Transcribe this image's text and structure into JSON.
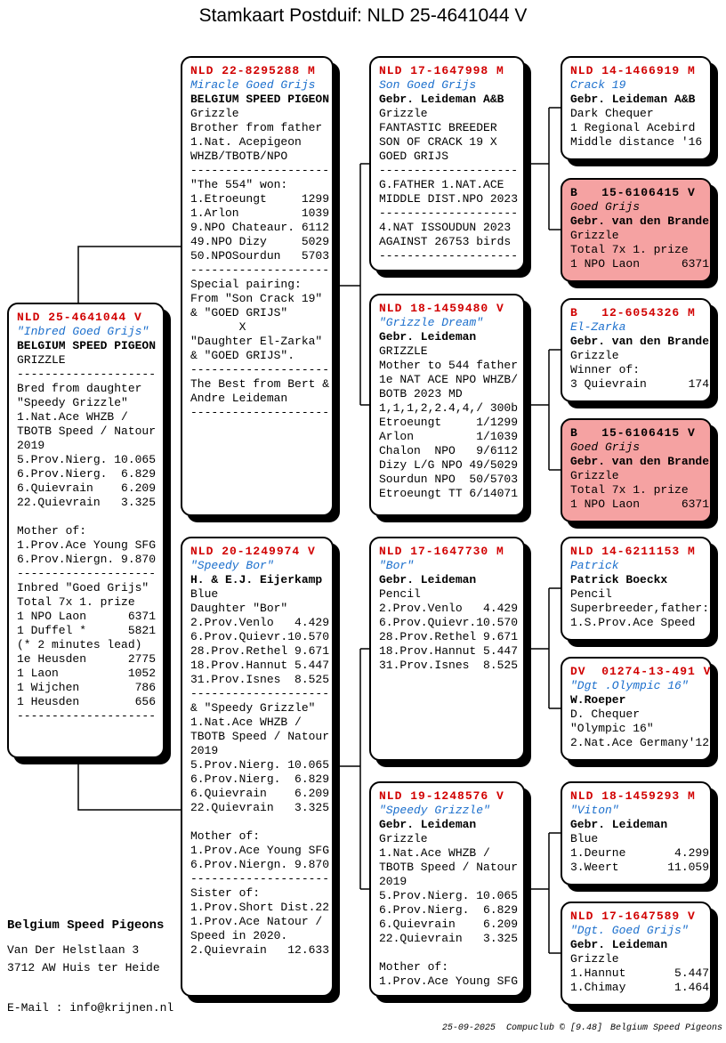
{
  "title": "Stamkaart Postduif: NLD 25-4641044 V",
  "colors": {
    "ring_red": "#d10000",
    "name_blue": "#1a6ecc",
    "highlight_pink": "#f5a2a2",
    "line_black": "#000000"
  },
  "boxes": [
    {
      "key": "subject",
      "ring": "NLD 25-4641044 V",
      "ring_color": "red",
      "name": "\"Inbred Goed Grijs\"",
      "name_color": "blue",
      "highlight": false,
      "lines": [
        "BELGIUM SPEED PIGEON",
        "GRIZZLE",
        "--------------------",
        "Bred from daughter",
        "\"Speedy Grizzle\"",
        "1.Nat.Ace WHZB /",
        "TBOTB Speed / Natour",
        "2019",
        "5.Prov.Nierg. 10.065",
        "6.Prov.Nierg.  6.829",
        "6.Quievrain    6.209",
        "22.Quievrain   3.325",
        "",
        "Mother of:",
        "1.Prov.Ace Young SFG",
        "6.Prov.Niergn. 9.870",
        "--------------------",
        "Inbred \"Goed Grijs\"",
        "Total 7x 1. prize",
        "1 NPO Laon      6371",
        "1 Duffel *      5821",
        "(* 2 minutes lead)",
        "1e Heusden      2775",
        "1 Laon          1052",
        "1 Wijchen        786",
        "1 Heusden        656",
        "--------------------"
      ]
    },
    {
      "key": "father",
      "ring": "NLD 22-8295288 M",
      "ring_color": "red",
      "name": "Miracle Goed Grijs",
      "name_color": "blue",
      "highlight": false,
      "lines": [
        "BELGIUM SPEED PIGEON",
        "Grizzle",
        "Brother from father",
        "1.Nat. Acepigeon",
        "WHZB/TBOTB/NPO",
        "--------------------",
        "\"The 554\" won:",
        "1.Etroeungt     1299",
        "1.Arlon         1039",
        "9.NPO Chateaur. 6112",
        "49.NPO Dizy     5029",
        "50.NPOSourdun   5703",
        "--------------------",
        "Special pairing:",
        "From \"Son Crack 19\"",
        "& \"GOED GRIJS\"",
        "       X",
        "\"Daughter El-Zarka\"",
        "& \"GOED GRIJS\".",
        "--------------------",
        "The Best from Bert &",
        "Andre Leideman",
        "--------------------"
      ]
    },
    {
      "key": "mother",
      "ring": "NLD 20-1249974 V",
      "ring_color": "red",
      "name": "\"Speedy Bor\"",
      "name_color": "blue",
      "highlight": false,
      "lines": [
        "H. & E.J. Eijerkamp",
        "Blue",
        "Daughter \"Bor\"",
        "2.Prov.Venlo   4.429",
        "6.Prov.Quievr.10.570",
        "28.Prov.Rethel 9.671",
        "18.Prov.Hannut 5.447",
        "31.Prov.Isnes  8.525",
        "--------------------",
        "& \"Speedy Grizzle\"",
        "1.Nat.Ace WHZB /",
        "TBOTB Speed / Natour",
        "2019",
        "5.Prov.Nierg. 10.065",
        "6.Prov.Nierg.  6.829",
        "6.Quievrain    6.209",
        "22.Quievrain   3.325",
        "",
        "Mother of:",
        "1.Prov.Ace Young SFG",
        "6.Prov.Niergn. 9.870",
        "--------------------",
        "Sister of:",
        "1.Prov.Short Dist.22",
        "1.Prov.Ace Natour /",
        "Speed in 2020.",
        "2.Quievrain   12.633"
      ]
    },
    {
      "key": "g1",
      "ring": "NLD 17-1647998 M",
      "ring_color": "red",
      "name": "Son Goed Grijs",
      "name_color": "blue",
      "highlight": false,
      "lines": [
        "Gebr. Leideman A&B",
        "Grizzle",
        "FANTASTIC BREEDER",
        "SON OF CRACK 19 X",
        "GOED GRIJS",
        "--------------------",
        "G.FATHER 1.NAT.ACE",
        "MIDDLE DIST.NPO 2023",
        "--------------------",
        "4.NAT ISSOUDUN 2023",
        "AGAINST 26753 birds",
        "--------------------"
      ]
    },
    {
      "key": "g2",
      "ring": "NLD 18-1459480 V",
      "ring_color": "red",
      "name": "\"Grizzle Dream\"",
      "name_color": "blue",
      "highlight": false,
      "lines": [
        "Gebr. Leideman",
        "GRIZZLE",
        "Mother to 544 father",
        "1e NAT ACE NPO WHZB/",
        "BOTB 2023 MD",
        "1,1,1,2,2.4,4,/ 300b",
        "Etroeungt     1/1299",
        "Arlon         1/1039",
        "Chalon  NPO   9/6112",
        "Dizy L/G NPO 49/5029",
        "Sourdun NPO  50/5703",
        "Etroeungt TT 6/14071"
      ]
    },
    {
      "key": "g3",
      "ring": "NLD 17-1647730 M",
      "ring_color": "red",
      "name": "\"Bor\"",
      "name_color": "blue",
      "highlight": false,
      "lines": [
        "Gebr. Leideman",
        "Pencil",
        "2.Prov.Venlo   4.429",
        "6.Prov.Quievr.10.570",
        "28.Prov.Rethel 9.671",
        "18.Prov.Hannut 5.447",
        "31.Prov.Isnes  8.525"
      ]
    },
    {
      "key": "g4",
      "ring": "NLD 19-1248576 V",
      "ring_color": "red",
      "name": "\"Speedy Grizzle\"",
      "name_color": "blue",
      "highlight": false,
      "lines": [
        "Gebr. Leideman",
        "Grizzle",
        "1.Nat.Ace WHZB /",
        "TBOTB Speed / Natour",
        "2019",
        "5.Prov.Nierg. 10.065",
        "6.Prov.Nierg.  6.829",
        "6.Quievrain    6.209",
        "22.Quievrain   3.325",
        "",
        "Mother of:",
        "1.Prov.Ace Young SFG"
      ]
    },
    {
      "key": "gg1",
      "ring": "NLD 14-1466919 M",
      "ring_color": "red",
      "name": "Crack 19",
      "name_color": "blue",
      "highlight": false,
      "lines": [
        "Gebr. Leideman A&B",
        "Dark Chequer",
        "1 Regional Acebird",
        "Middle distance '16"
      ]
    },
    {
      "key": "gg2",
      "ring": "B   15-6106415 V",
      "ring_color": "black",
      "name": "Goed Grijs",
      "name_color": "black",
      "highlight": true,
      "lines": [
        "Gebr. van den Brande",
        "Grizzle",
        "Total 7x 1. prize",
        "1 NPO Laon      6371"
      ]
    },
    {
      "key": "gg3",
      "ring": "B   12-6054326 M",
      "ring_color": "red",
      "name": "El-Zarka",
      "name_color": "blue",
      "highlight": false,
      "lines": [
        "Gebr. van den Brande",
        "Grizzle",
        "Winner of:",
        "3 Quievrain      174"
      ]
    },
    {
      "key": "gg4",
      "ring": "B   15-6106415 V",
      "ring_color": "black",
      "name": "Goed Grijs",
      "name_color": "black",
      "highlight": true,
      "lines": [
        "Gebr. van den Brande",
        "Grizzle",
        "Total 7x 1. prize",
        "1 NPO Laon      6371"
      ]
    },
    {
      "key": "gg5",
      "ring": "NLD 14-6211153 M",
      "ring_color": "red",
      "name": "Patrick",
      "name_color": "blue",
      "highlight": false,
      "lines": [
        "Patrick Boeckx",
        "Pencil",
        "Superbreeder,father:",
        "1.S.Prov.Ace Speed"
      ]
    },
    {
      "key": "gg6",
      "ring": "DV  01274-13-491 V",
      "ring_color": "red",
      "name": "\"Dgt .Olympic 16\"",
      "name_color": "blue",
      "highlight": false,
      "lines": [
        "W.Roeper",
        "D. Chequer",
        "\"Olympic 16\"",
        "2.Nat.Ace Germany'12"
      ]
    },
    {
      "key": "gg7",
      "ring": "NLD 18-1459293 M",
      "ring_color": "red",
      "name": "\"Viton\"",
      "name_color": "blue",
      "highlight": false,
      "lines": [
        "Gebr. Leideman",
        "Blue",
        "1.Deurne       4.299",
        "3.Weert       11.059"
      ]
    },
    {
      "key": "gg8",
      "ring": "NLD 17-1647589 V",
      "ring_color": "red",
      "name": "\"Dgt. Goed Grijs\"",
      "name_color": "blue",
      "highlight": false,
      "lines": [
        "Gebr. Leideman",
        "Grizzle",
        "1.Hannut       5.447",
        "1.Chimay       1.464"
      ]
    }
  ],
  "contact": {
    "loft": "Belgium Speed Pigeons",
    "address_line1": "Van Der Helstlaan 3",
    "address_line2": "3712 AW  Huis ter Heide",
    "email": "E-Mail : info@krijnen.nl"
  },
  "footer": {
    "date": "25-09-2025",
    "software": "Compuclub © [9.48]",
    "loft": "Belgium Speed Pigeons"
  }
}
